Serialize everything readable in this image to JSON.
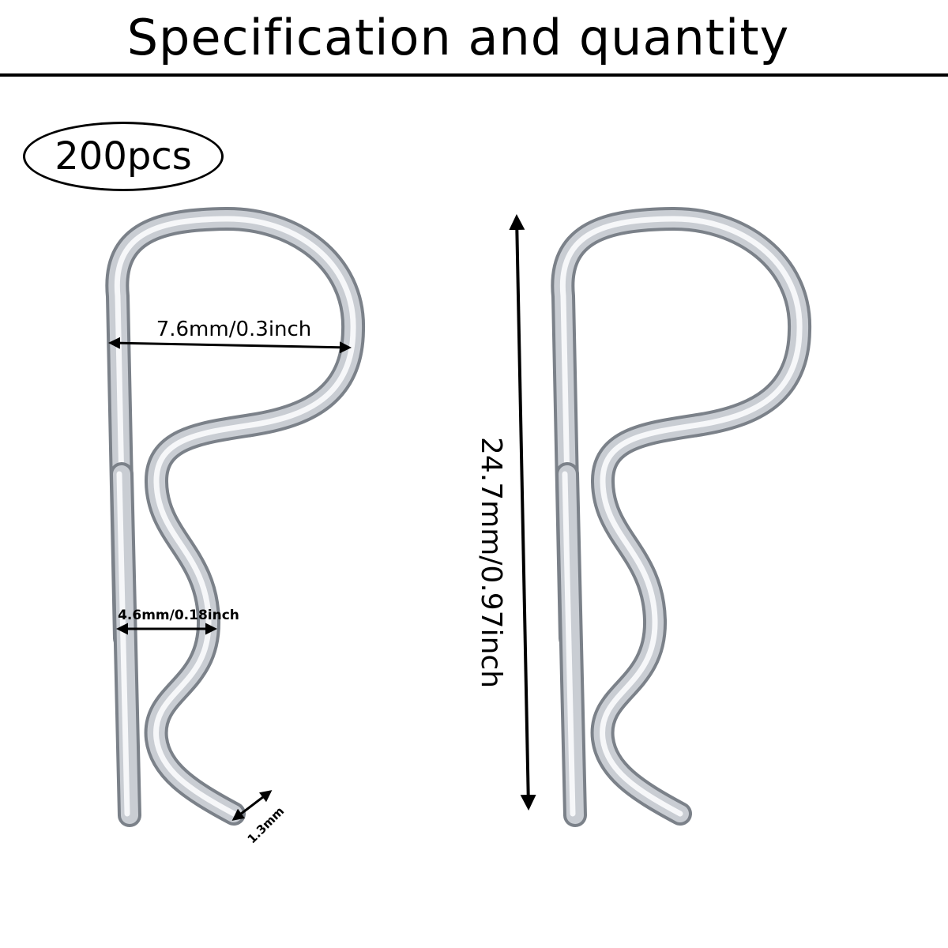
{
  "header": {
    "title": "Specification and quantity"
  },
  "badge": {
    "quantity": "200pcs"
  },
  "dimensions": {
    "loop_width": "7.6mm/0.3inch",
    "wave_width": "4.6mm/0.18inch",
    "wire_diameter": "1.3mm",
    "total_length": "24.7mm/0.97inch"
  },
  "colors": {
    "metal_light": "#f2f3f5",
    "metal_mid": "#b9bdc3",
    "metal_dark": "#7e848c",
    "ink": "#000000"
  },
  "icons": {
    "clip": "r-clip-pin-icon",
    "arrow": "double-arrow-icon"
  }
}
